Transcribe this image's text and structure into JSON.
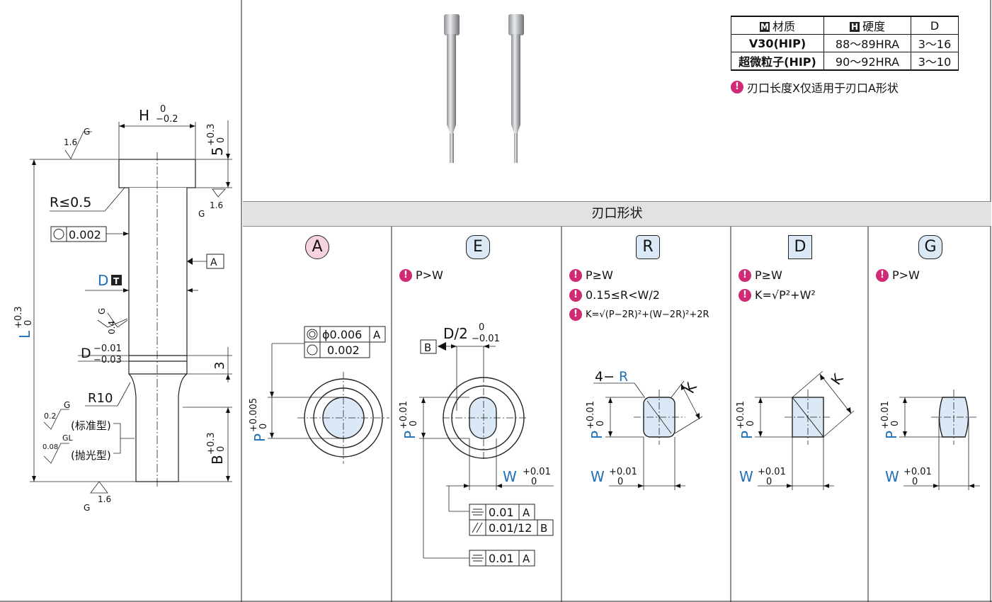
{
  "left": {
    "h_dim": "H",
    "h_tol": [
      "0",
      "−0.2"
    ],
    "five_dim": "5",
    "five_tol": [
      "+0.3",
      "0"
    ],
    "rough_top": "1.6",
    "g": "G",
    "rough_top_right": "1.6",
    "r_note": "R≤0.5",
    "circ_val": "0.002",
    "datum_a": "A",
    "d_label": "D",
    "t_badge": "T",
    "l_dim": "L",
    "l_tol": [
      "+0.3",
      "0"
    ],
    "rough_mid": "0.4",
    "d_small": "D",
    "d_small_tol": [
      "−0.01",
      "−0.03"
    ],
    "three": "3",
    "r10": "R10",
    "b_dim": "B",
    "b_tol": [
      "+0.3",
      "0"
    ],
    "rough_std": "0.2",
    "rough_pol": "0.08",
    "gl": "GL",
    "std_type": "(标准型)",
    "pol_type": "(抛光型)",
    "rough_bot": "1.6"
  },
  "material_table": {
    "headers": [
      {
        "badge": "M",
        "text": "材质"
      },
      {
        "badge": "H",
        "text": "硬度"
      },
      {
        "badge": "",
        "text": "D"
      }
    ],
    "rows": [
      [
        "V30(HIP)",
        "88～89HRA",
        "3～16"
      ],
      [
        "超微粒子(HIP)",
        "90～92HRA",
        "3～10"
      ]
    ]
  },
  "table_note": "刃口长度X仅适用于刃口A形状",
  "section_title": "刃口形状",
  "shapes": [
    {
      "letter": "A",
      "notes": []
    },
    {
      "letter": "E",
      "notes": [
        "P>W"
      ]
    },
    {
      "letter": "R",
      "notes": [
        "P≥W",
        "0.15≤R<W/2",
        "K=√(P−2R)²+(W−2R)²+2R"
      ]
    },
    {
      "letter": "D",
      "notes": [
        "P≥W",
        "K=√P²+W²"
      ]
    },
    {
      "letter": "G",
      "notes": [
        "P>W"
      ]
    }
  ],
  "dims": {
    "a_conc": "ϕ0.006",
    "a_circ": "0.002",
    "datum_a": "A",
    "p": "P",
    "p_tol_a": [
      "+0.005",
      "0"
    ],
    "p_tol": [
      "+0.01",
      "0"
    ],
    "w": "W",
    "w_tol": [
      "+0.01",
      "0"
    ],
    "d2": "D/2",
    "d2_tol": [
      "0",
      "−0.01"
    ],
    "datum_b": "B",
    "sym1": "0.01",
    "par": "0.01/12",
    "sym2": "0.01",
    "r_label_pre": "4−",
    "r_label": "R",
    "k": "K"
  },
  "colors": {
    "accent": "#1f6fb8",
    "warn": "#d12a74",
    "fill": "#dbe9f7",
    "pink": "#f6d3df"
  }
}
